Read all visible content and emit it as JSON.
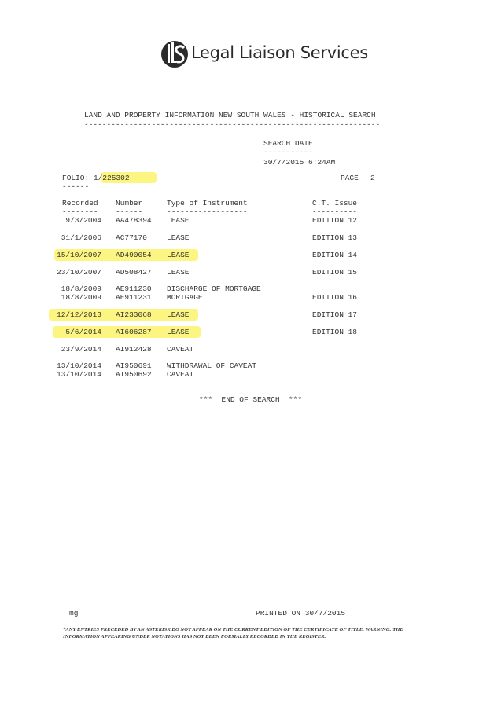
{
  "logo": {
    "text": "Legal Liaison Services",
    "mark": "LLS"
  },
  "header": {
    "title": "LAND AND PROPERTY INFORMATION NEW SOUTH WALES - HISTORICAL SEARCH",
    "rule": "------------------------------------------------------------------"
  },
  "search_date": {
    "label": "SEARCH DATE",
    "rule": "-----------",
    "value": "30/7/2015 6:24AM"
  },
  "folio": {
    "label": "FOLIO: 1/225302",
    "rule": "------"
  },
  "page": {
    "label": "PAGE",
    "number": "2"
  },
  "columns": {
    "recorded": "Recorded",
    "number": "Number",
    "type": "Type of Instrument",
    "ct": "C.T. Issue",
    "recorded_rule": "--------",
    "number_rule": "------",
    "type_rule": "------------------",
    "ct_rule": "----------"
  },
  "rows": [
    {
      "date": "9/3/2004",
      "number": "AA478394",
      "type": "LEASE",
      "ct": "EDITION 12"
    },
    {
      "date": "31/1/2006",
      "number": "AC77170",
      "type": "LEASE",
      "ct": "EDITION 13"
    },
    {
      "date": "15/10/2007",
      "number": "AD490054",
      "type": "LEASE",
      "ct": "EDITION 14"
    },
    {
      "date": "23/10/2007",
      "number": "AD508427",
      "type": "LEASE",
      "ct": "EDITION 15"
    },
    {
      "date": "18/8/2009",
      "number": "AE911230",
      "type": "DISCHARGE OF MORTGAGE",
      "ct": ""
    },
    {
      "date": "18/8/2009",
      "number": "AE911231",
      "type": "MORTGAGE",
      "ct": "EDITION 16"
    },
    {
      "date": "12/12/2013",
      "number": "AI233068",
      "type": "LEASE",
      "ct": "EDITION 17"
    },
    {
      "date": "5/6/2014",
      "number": "AI606287",
      "type": "LEASE",
      "ct": "EDITION 18"
    },
    {
      "date": "23/9/2014",
      "number": "AI912428",
      "type": "CAVEAT",
      "ct": ""
    },
    {
      "date": "13/10/2014",
      "number": "AI950691",
      "type": "WITHDRAWAL OF CAVEAT",
      "ct": ""
    },
    {
      "date": "13/10/2014",
      "number": "AI950692",
      "type": "CAVEAT",
      "ct": ""
    }
  ],
  "end": "***  END OF SEARCH  ***",
  "footer": {
    "initials": "mg",
    "printed": "PRINTED ON 30/7/2015",
    "note1": "*ANY ENTRIES PRECEDED BY AN ASTERISK DO NOT APPEAR ON THE CURRENT EDITION OF THE CERTIFICATE OF TITLE. WARNING: THE",
    "note2": "INFORMATION APPEARING UNDER NOTATIONS HAS NOT BEEN FORMALLY RECORDED IN THE REGISTER."
  },
  "colors": {
    "highlight": "#fdf36b",
    "text": "#333333"
  }
}
